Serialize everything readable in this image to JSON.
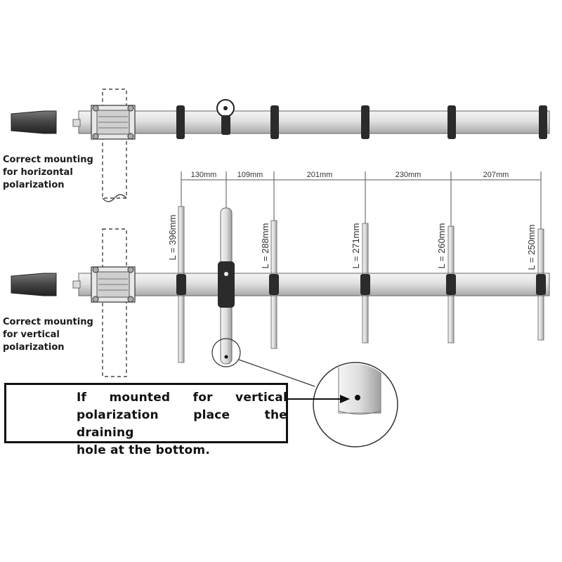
{
  "horizontal_label": "Correct mounting\nfor horizontal\npolarization",
  "vertical_label": "Correct mounting\nfor vertical\npolarization",
  "spacings": [
    "130mm",
    "109mm",
    "201mm",
    "230mm",
    "207mm"
  ],
  "element_lengths": [
    "L = 396mm",
    "L = 288mm",
    "L = 271mm",
    "L = 260mm",
    "L = 250mm"
  ],
  "warning": {
    "line1": "If mounted for vertical",
    "line2": "polarization place the draining",
    "line3": "hole at the bottom.",
    "icon": "warning-triangle-icon"
  },
  "colors": {
    "tube": "#d9d9d9",
    "clamp": "#2b2b2b",
    "outline": "#555555"
  }
}
